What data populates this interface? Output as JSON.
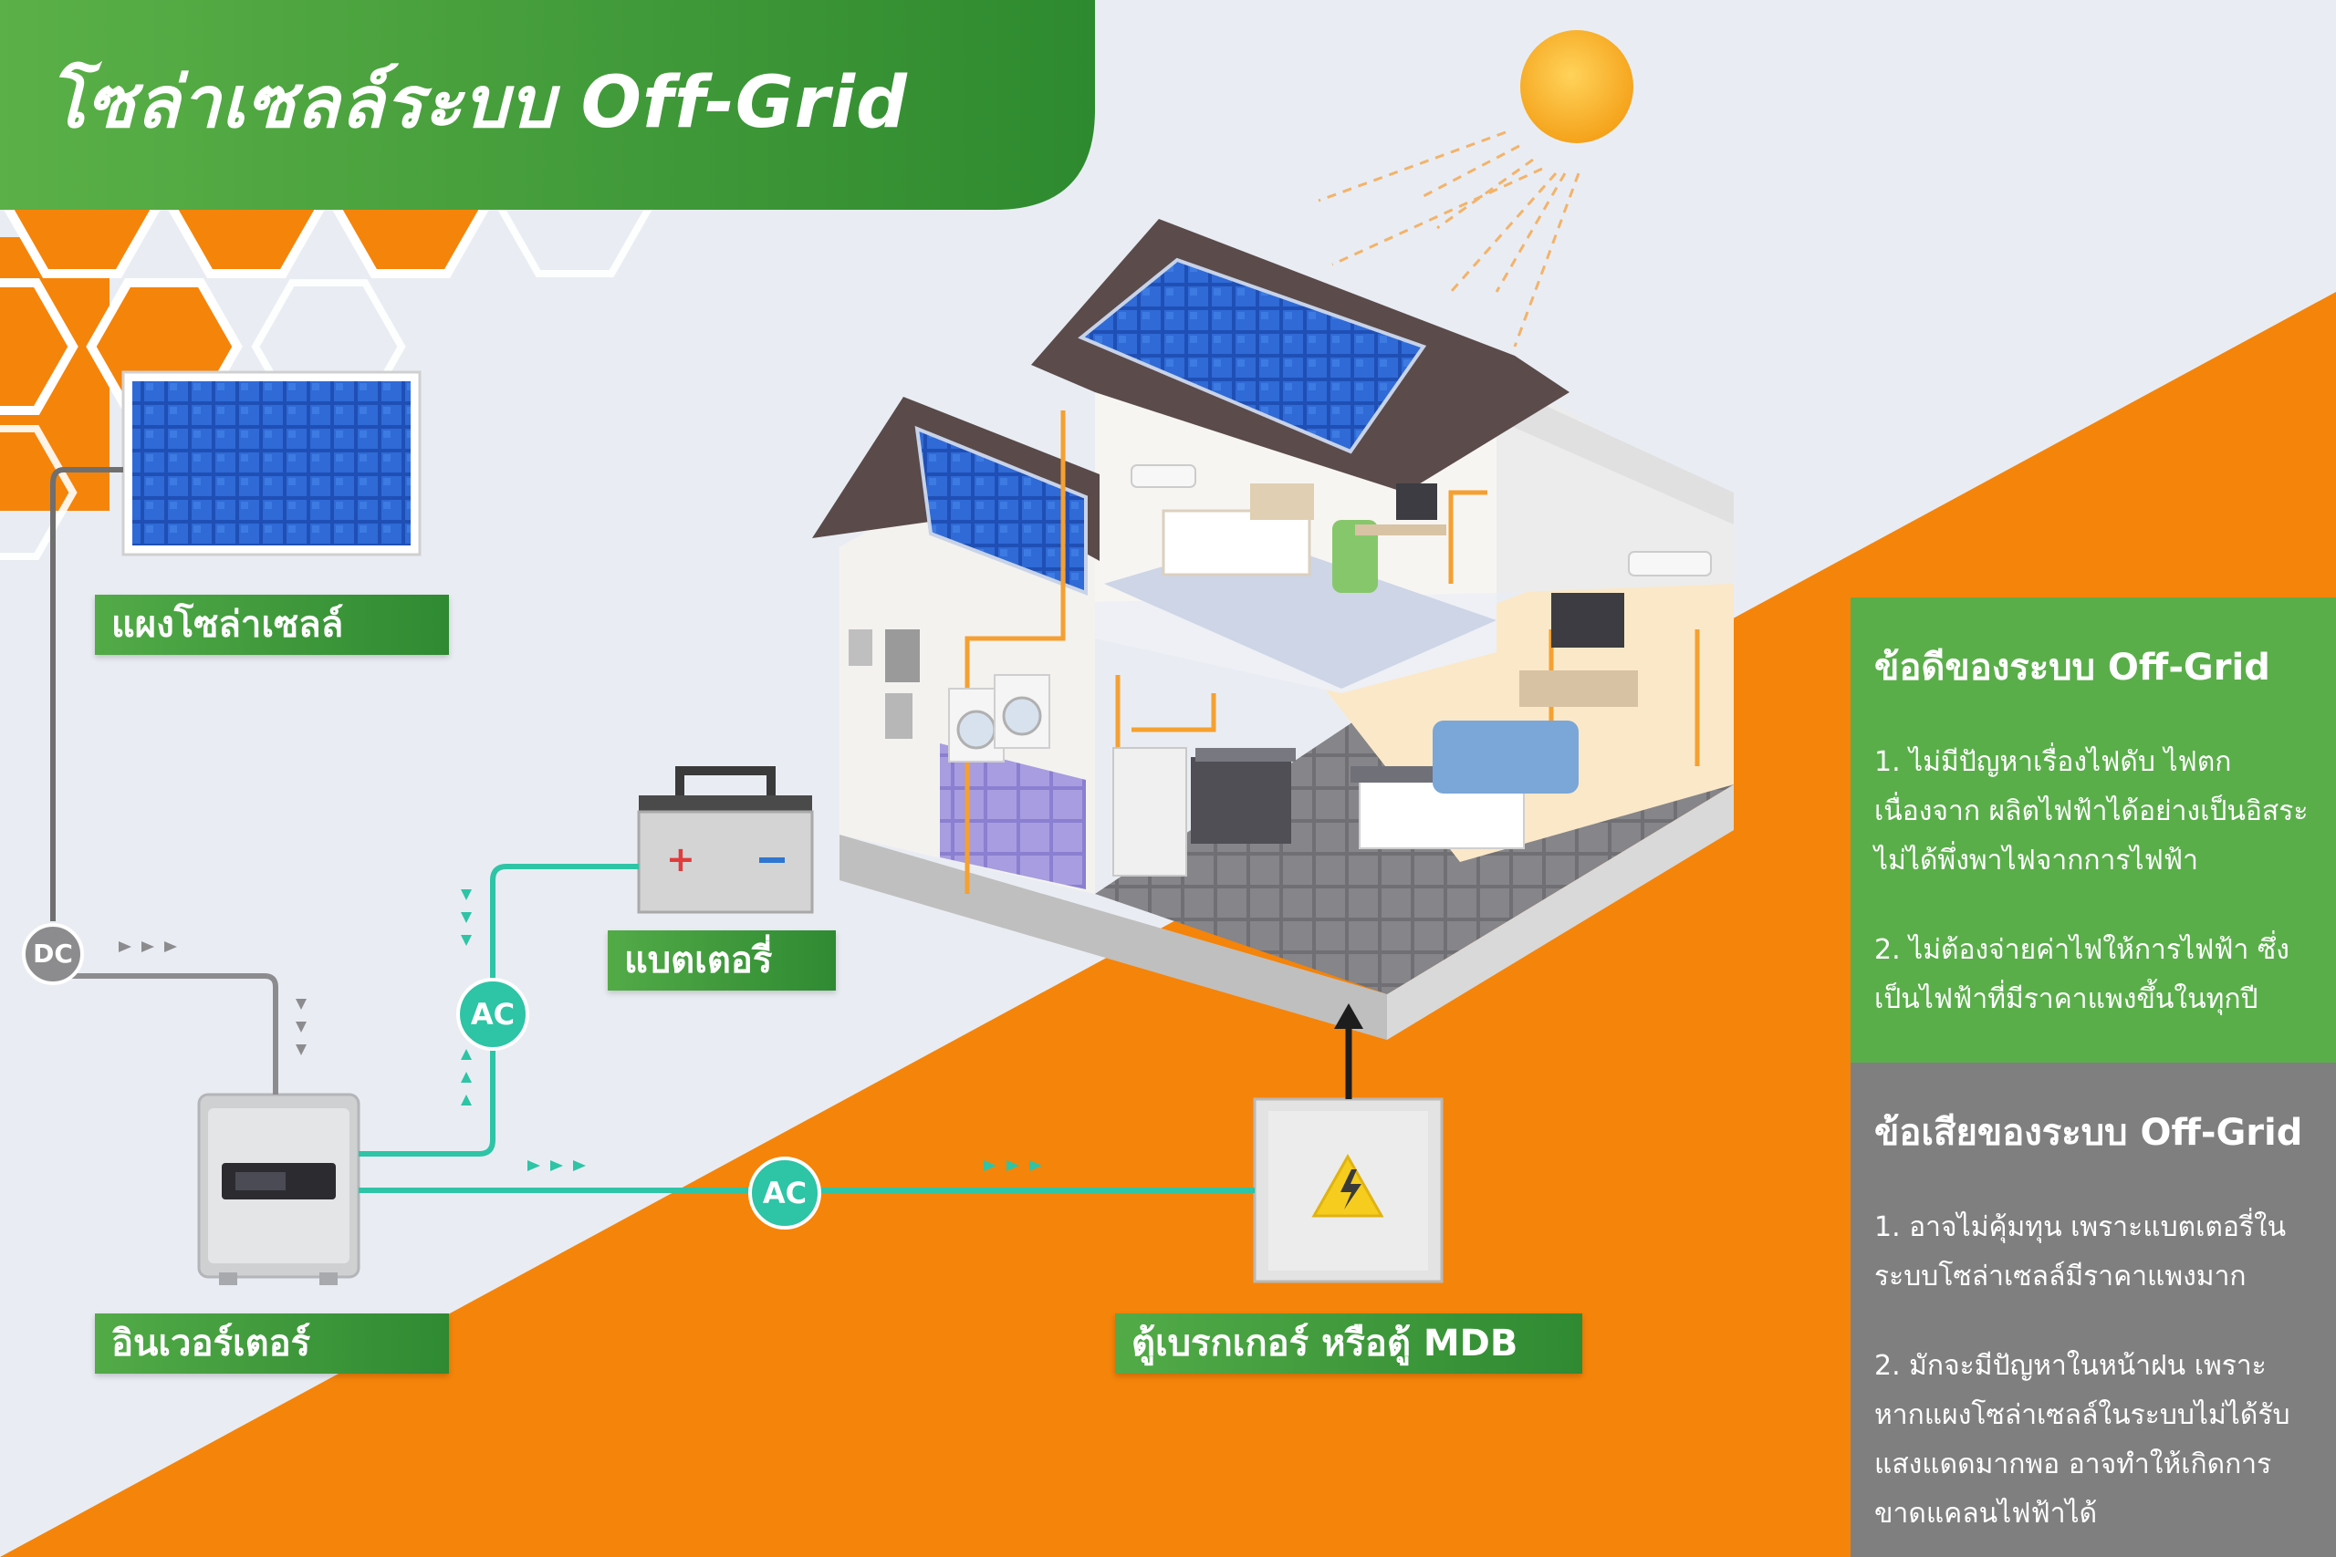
{
  "title": "โซล่าเซลล์ระบบ Off-Grid",
  "components": {
    "solar_panel": "แผงโซล่าเซลล์",
    "battery": "แบตเตอรี่",
    "inverter": "อินเวอร์เตอร์",
    "breaker": "ตู้เบรกเกอร์ หรือตู้ MDB"
  },
  "connectors": {
    "dc": "DC",
    "ac_battery": "AC",
    "ac_breaker": "AC"
  },
  "pros": {
    "title": "ข้อดีของระบบ Off-Grid",
    "items": [
      "1. ไม่มีปัญหาเรื่องไฟดับ ไฟตก เนื่องจาก ผลิตไฟฟ้าได้อย่างเป็นอิสระ ไม่ได้พึ่งพาไฟจากการไฟฟ้า",
      "2. ไม่ต้องจ่ายค่าไฟให้การไฟฟ้า ซึ่งเป็นไฟฟ้าที่มีราคาแพงขึ้นในทุกปี"
    ]
  },
  "cons": {
    "title": "ข้อเสียของระบบ Off-Grid",
    "items": [
      "1. อาจไม่คุ้มทุน เพราะแบตเตอรี่ในระบบโซล่าเซลล์มีราคาแพงมาก",
      "2. มักจะมีปัญหาในหน้าฝน เพราะหากแผงโซล่าเซลล์ในระบบไม่ได้รับแสงแดดมากพอ อาจทำให้เกิดการขาดแคลนไฟฟ้าได้"
    ]
  },
  "colors": {
    "orange": "#f5840a",
    "green": "#4ea544",
    "teal": "#2ec4a6",
    "gray": "#7f7f80",
    "background": "#e9edf3"
  }
}
